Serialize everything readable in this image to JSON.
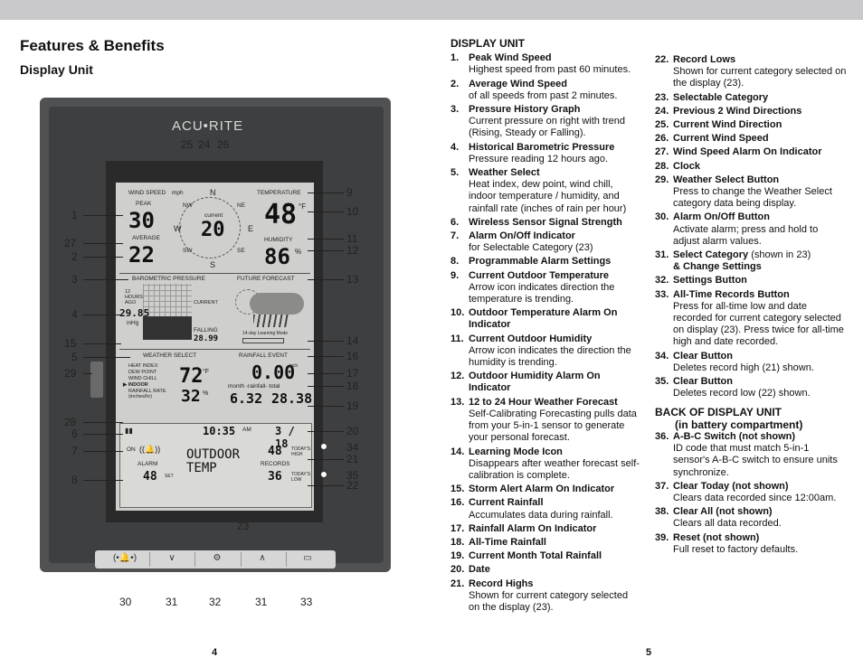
{
  "header": {
    "title": "Features & Benefits",
    "subtitle": "Display Unit"
  },
  "page_numbers": {
    "left": "4",
    "right": "5"
  },
  "device": {
    "brand": "ACU•RITE",
    "lcd": {
      "wind_speed_label": "WIND SPEED",
      "wind_speed_unit": "mph",
      "peak_label": "PEAK",
      "peak_value": "30",
      "average_label": "AVERAGE",
      "average_value": "22",
      "compass_current": "current",
      "compass_value": "20",
      "compass_n": "N",
      "compass_e": "E",
      "compass_s": "S",
      "compass_w": "W",
      "compass_nw": "NW",
      "compass_ne": "NE",
      "compass_sw": "SW",
      "compass_se": "SE",
      "temperature_label": "TEMPERATURE",
      "temperature_value": "48",
      "temperature_unit": "°F",
      "humidity_label": "HUMIDITY",
      "humidity_value": "86",
      "humidity_unit": "%",
      "barometric_label": "BAROMETRIC PRESSURE",
      "hours_ago": "12 HOURS AGO",
      "current_label": "CURRENT",
      "pressure_value": "29.85",
      "pressure_unit": "inHg",
      "falling_label": "FALLING",
      "falling_value": "28.99",
      "forecast_label": "FUTURE FORECAST",
      "learning_mode": "14-day Learning Mode",
      "weather_select_label": "WEATHER SELECT",
      "heat_index": "HEAT INDEX",
      "dew_point": "DEW POINT",
      "wind_chill": "WIND CHILL",
      "indoor": "INDOOR",
      "rainfall_rate": "RAINFALL RATE (inches/hr)",
      "indoor_temp": "72",
      "indoor_temp_unit": "°F",
      "indoor_hum": "32",
      "indoor_hum_unit": "%",
      "rainfall_event_label": "RAINFALL EVENT",
      "rain_event_value": "0.00",
      "rain_unit": "inch",
      "month_label": "month",
      "rainfall_label": "-rainfall-",
      "total_label": "total",
      "month_value": "6.32",
      "total_value": "28.38",
      "time_value": "10:35",
      "am_label": "AM",
      "date_value": "3 / 18",
      "on_label": "ON",
      "alarm_label": "ALARM",
      "alarm_value": "48",
      "set_label": "SET",
      "outdoor_temp_label": "OUTDOOR TEMP",
      "records_label": "RECORDS",
      "high_value": "48",
      "high_label": "TODAY'S HIGH",
      "low_value": "36",
      "low_label": "TODAY'S LOW"
    },
    "buttons": [
      "(•🔔•)",
      "∨",
      "⚙",
      "∧",
      "▭"
    ]
  },
  "callouts": {
    "top": [
      "25",
      "24",
      "26"
    ],
    "left": [
      "1",
      "27",
      "2",
      "3",
      "4",
      "15",
      "5",
      "29",
      "28",
      "6",
      "7",
      "8"
    ],
    "right": [
      "9",
      "10",
      "11",
      "12",
      "13",
      "14",
      "16",
      "17",
      "18",
      "19",
      "20",
      "34",
      "21",
      "35",
      "22"
    ],
    "bottom_center": "23",
    "bottom": [
      "30",
      "31",
      "32",
      "31",
      "33"
    ]
  },
  "col1": {
    "heading": "DISPLAY UNIT",
    "items": [
      {
        "n": "1.",
        "t": "Peak Wind Speed",
        "d": "Highest speed from past 60 minutes."
      },
      {
        "n": "2.",
        "t": "Average Wind Speed",
        "d": "of all speeds from past 2 minutes."
      },
      {
        "n": "3.",
        "t": "Pressure History Graph",
        "d": "Current pressure on right with trend (Rising, Steady or Falling)."
      },
      {
        "n": "4.",
        "t": "Historical Barometric Pressure",
        "d": "Pressure reading 12 hours ago."
      },
      {
        "n": "5.",
        "t": "Weather Select",
        "d": "Heat index, dew point, wind chill, indoor temperature / humidity, and rainfall rate (inches of rain per hour)"
      },
      {
        "n": "6.",
        "t": "Wireless Sensor Signal Strength",
        "d": ""
      },
      {
        "n": "7.",
        "t": "Alarm On/Off Indicator",
        "d": "for Selectable Category (23)"
      },
      {
        "n": "8.",
        "t": "Programmable Alarm Settings",
        "d": ""
      },
      {
        "n": "9.",
        "t": "Current Outdoor Temperature",
        "d": "Arrow icon indicates direction the temperature is trending."
      },
      {
        "n": "10.",
        "t": "Outdoor Temperature Alarm On Indicator",
        "d": ""
      },
      {
        "n": "11.",
        "t": "Current Outdoor Humidity",
        "d": "Arrow icon indicates the direction the humidity is trending."
      },
      {
        "n": "12.",
        "t": "Outdoor Humidity Alarm On Indicator",
        "d": ""
      },
      {
        "n": "13.",
        "t": "12 to 24 Hour Weather Forecast",
        "d": "Self-Calibrating Forecasting pulls data from your 5-in-1 sensor to generate your personal forecast."
      },
      {
        "n": "14.",
        "t": "Learning Mode Icon",
        "d": "Disappears after weather forecast self-calibration is complete."
      },
      {
        "n": "15.",
        "t": "Storm Alert Alarm On Indicator",
        "d": ""
      },
      {
        "n": "16.",
        "t": "Current Rainfall",
        "d": "Accumulates data during rainfall."
      },
      {
        "n": "17.",
        "t": "Rainfall Alarm On Indicator",
        "d": ""
      },
      {
        "n": "18.",
        "t": "All-Time Rainfall",
        "d": ""
      },
      {
        "n": "19.",
        "t": "Current Month Total Rainfall",
        "d": ""
      },
      {
        "n": "20.",
        "t": "Date",
        "d": ""
      },
      {
        "n": "21.",
        "t": "Record Highs",
        "d": "Shown for current category selected on the display (23)."
      }
    ]
  },
  "col2": {
    "items": [
      {
        "n": "22.",
        "t": "Record Lows",
        "d": "Shown for current category selected on the display (23)."
      },
      {
        "n": "23.",
        "t": "Selectable Category",
        "d": ""
      },
      {
        "n": "24.",
        "t": "Previous 2 Wind Directions",
        "d": ""
      },
      {
        "n": "25.",
        "t": "Current Wind Direction",
        "d": ""
      },
      {
        "n": "26.",
        "t": "Current Wind Speed",
        "d": ""
      },
      {
        "n": "27.",
        "t": "Wind Speed Alarm On Indicator",
        "d": ""
      },
      {
        "n": "28.",
        "t": "Clock",
        "d": ""
      },
      {
        "n": "29.",
        "t": "Weather Select Button",
        "d": "Press to change the Weather Select category data being display."
      },
      {
        "n": "30.",
        "t": "Alarm On/Off Button",
        "d": "Activate alarm; press and hold to adjust alarm values."
      },
      {
        "n": "31.",
        "t": "Select Category",
        "extra": " (shown in 23)",
        "t2": "& Change Settings",
        "d": ""
      },
      {
        "n": "32.",
        "t": "Settings Button",
        "d": ""
      },
      {
        "n": "33.",
        "t": "All-Time Records Button",
        "d": "Press for all-time low and date recorded for current category selected on display (23). Press twice for all-time high and date recorded."
      },
      {
        "n": "34.",
        "t": "Clear Button",
        "d": "Deletes record high (21) shown."
      },
      {
        "n": "35.",
        "t": "Clear Button",
        "d": "Deletes record low (22) shown."
      }
    ],
    "back_heading": "BACK OF DISPLAY UNIT",
    "back_sub": "(in battery compartment)",
    "back_items": [
      {
        "n": "36.",
        "t": "A-B-C Switch (not shown)",
        "d": "ID code that must match 5-in-1 sensor's A-B-C switch to ensure units synchronize."
      },
      {
        "n": "37.",
        "t": "Clear Today (not shown)",
        "d": "Clears data recorded since 12:00am."
      },
      {
        "n": "38.",
        "t": "Clear All (not shown)",
        "d": "Clears all data recorded."
      },
      {
        "n": "39.",
        "t": "Reset (not shown)",
        "d": "Full reset to factory defaults."
      }
    ]
  }
}
